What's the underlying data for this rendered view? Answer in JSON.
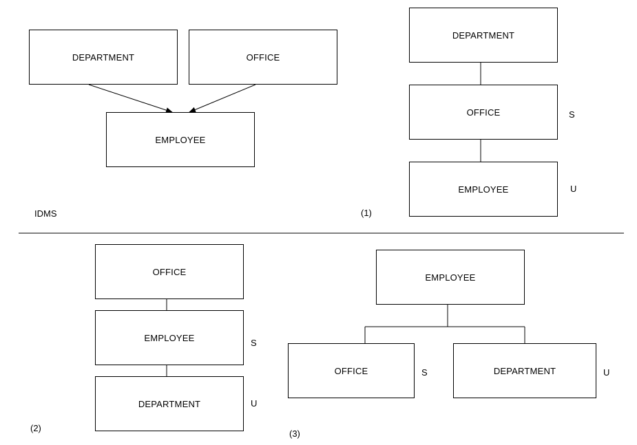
{
  "idms": {
    "label": "IDMS",
    "department": "DEPARTMENT",
    "office": "OFFICE",
    "employee": "EMPLOYEE"
  },
  "diagram1": {
    "label": "(1)",
    "top": "DEPARTMENT",
    "middle": "OFFICE",
    "middle_tag": "S",
    "bottom": "EMPLOYEE",
    "bottom_tag": "U"
  },
  "diagram2": {
    "label": "(2)",
    "top": "OFFICE",
    "middle": "EMPLOYEE",
    "middle_tag": "S",
    "bottom": "DEPARTMENT",
    "bottom_tag": "U"
  },
  "diagram3": {
    "label": "(3)",
    "root": "EMPLOYEE",
    "left": "OFFICE",
    "left_tag": "S",
    "right": "DEPARTMENT",
    "right_tag": "U"
  }
}
